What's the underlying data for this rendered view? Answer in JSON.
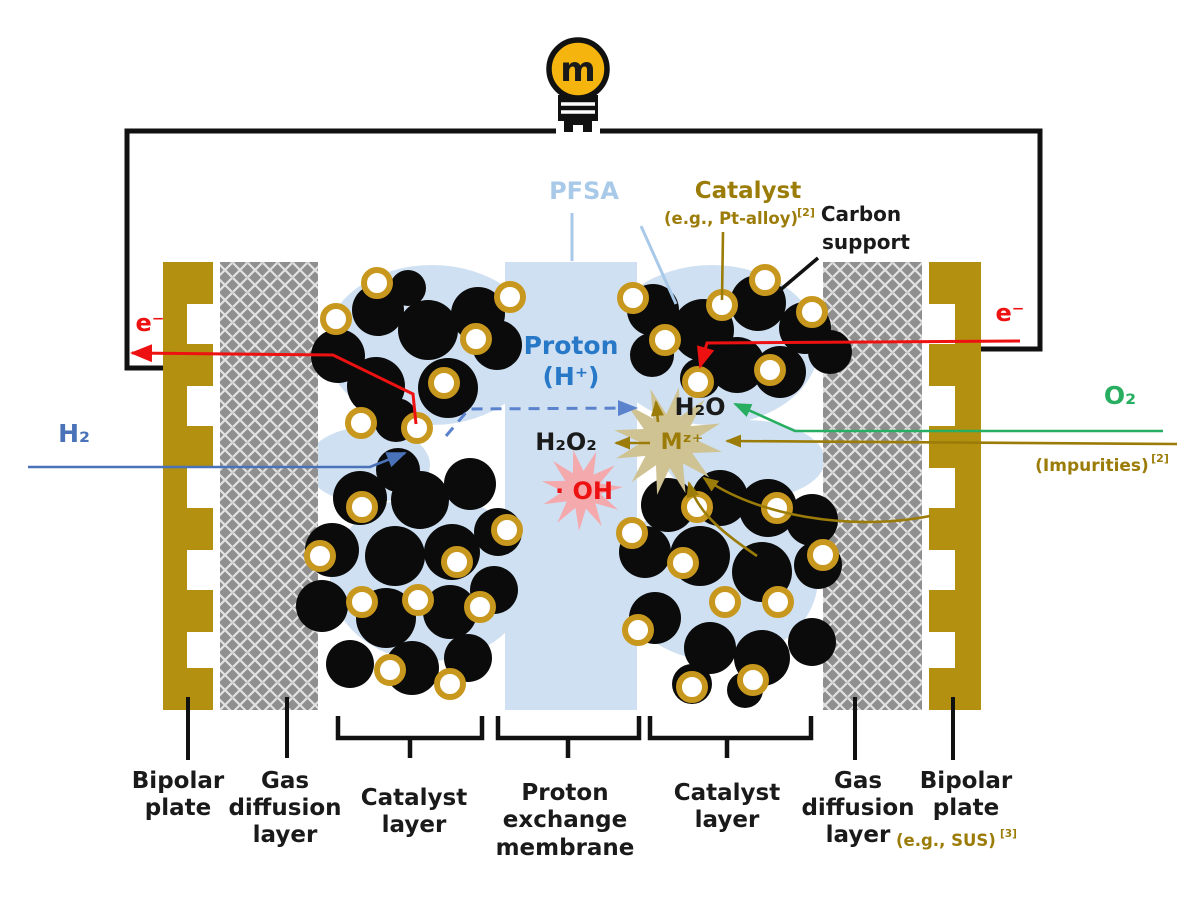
{
  "colors": {
    "membrane": "#cfe0f2",
    "plate": "#b3900f",
    "carbon": "#0b0b0b",
    "ring": "#c8981e",
    "gdl": "#8f8f8f",
    "red": "#ee1111",
    "blue": "#4a72b8",
    "proton": "#2878c8",
    "protondash": "#5b82cc",
    "green": "#27ae60",
    "gold": "#9c7c08",
    "pfsa": "#a9c9e9",
    "tan": "#cfc393",
    "pink": "#f4a9ad",
    "motor_yellow": "#f6b40e"
  },
  "motor": {
    "label": "m"
  },
  "species": {
    "h2": "H₂",
    "o2": "O₂",
    "h2o": "H₂O",
    "h2o2": "H₂O₂",
    "oh": "· OH",
    "mz": "Mᶻ⁺",
    "e_left": "e⁻",
    "e_right": "e⁻"
  },
  "annotations": {
    "pfsa": "PFSA",
    "catalyst_title": "Catalyst",
    "catalyst_sub": "(e.g., Pt-alloy)",
    "catalyst_ref": "[2]",
    "carbon_l1": "Carbon",
    "carbon_l2": "support",
    "proton_l1": "Proton",
    "proton_l2": "(H⁺)",
    "impurities": "(Impurities)",
    "impurities_ref": "[2]",
    "sus_note": "(e.g., SUS)",
    "sus_ref": "[3]"
  },
  "layers": {
    "bipolar_left": [
      "Bipolar",
      "plate"
    ],
    "gdl_left": [
      "Gas",
      "diffusion",
      "layer"
    ],
    "catalyst_left": [
      "Catalyst",
      "layer"
    ],
    "pem": [
      "Proton",
      "exchange",
      "membrane"
    ],
    "catalyst_right": [
      "Catalyst",
      "layer"
    ],
    "gdl_right": [
      "Gas",
      "diffusion",
      "layer"
    ],
    "bipolar_right": [
      "Bipolar",
      "plate"
    ]
  }
}
